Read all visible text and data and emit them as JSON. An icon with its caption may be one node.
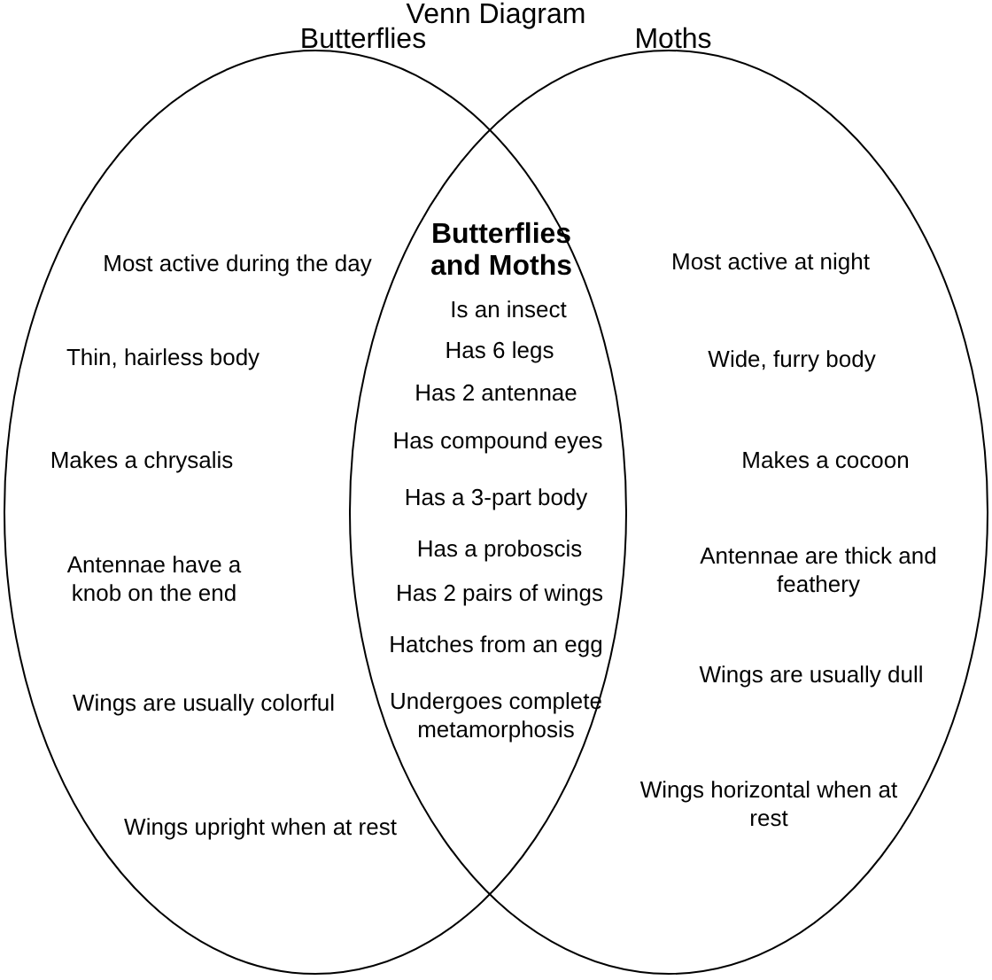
{
  "diagram": {
    "title": "Venn Diagram",
    "nodes": [
      {
        "text": [
          "Butterflies",
          "Most active during the day",
          "Thin, hairless body",
          "Makes a chrysalis",
          "Antennae have a knob on the end",
          "Wings are usually colorful",
          "Wings upright when at rest"
        ]
      },
      {
        "text": [
          "Moths",
          "Most active at night",
          "Wide, furry body",
          "Makes a cocoon",
          "Antennae are thick and feathery",
          "Wings are usually dull",
          "Wings horizontal when at rest"
        ]
      }
    ],
    "edges": [],
    "labels": [
      "Butterflies and Moths",
      "Is an insect",
      "Has 6 legs",
      "Has 2 antennae",
      "Has compound eyes",
      "Has a 3-part body",
      "Has a proboscis",
      "Has 2 pairs of wings",
      "Hatches from an egg",
      "Undergoes complete metamorphosis"
    ]
  }
}
